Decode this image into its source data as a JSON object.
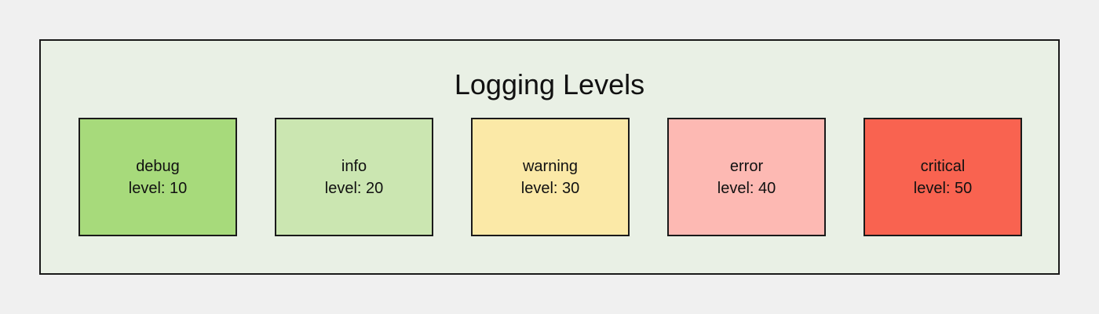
{
  "diagram": {
    "title": "Logging Levels",
    "levels": [
      {
        "name": "debug",
        "value_text": "level: 10",
        "color": "#a7da7b"
      },
      {
        "name": "info",
        "value_text": "level: 20",
        "color": "#cbe6b1"
      },
      {
        "name": "warning",
        "value_text": "level: 30",
        "color": "#fbe9a7"
      },
      {
        "name": "error",
        "value_text": "level: 40",
        "color": "#fdb9b3"
      },
      {
        "name": "critical",
        "value_text": "level: 50",
        "color": "#f96350"
      }
    ],
    "colors": {
      "page_background": "#f0f0f0",
      "panel_background": "#e9f0e5",
      "border": "#1a1a1a"
    }
  }
}
